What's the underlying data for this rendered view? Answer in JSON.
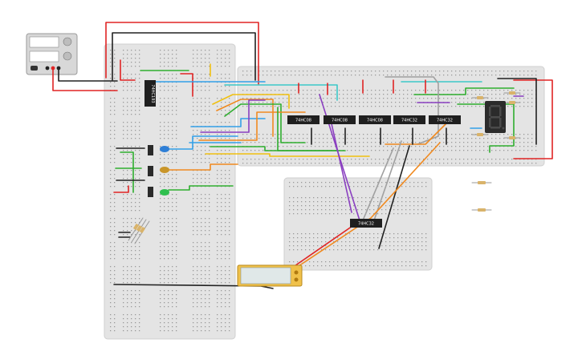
{
  "power_supply": {
    "label": "power-supply"
  },
  "breadboards": [
    {
      "id": "main-vertical"
    },
    {
      "id": "top-horizontal"
    },
    {
      "id": "bottom-small"
    }
  ],
  "chips": [
    {
      "id": "u-vertical",
      "label": "74HC193"
    },
    {
      "id": "u1",
      "label": "74HC08"
    },
    {
      "id": "u2",
      "label": "74HC08"
    },
    {
      "id": "u3",
      "label": "74HC08"
    },
    {
      "id": "u4",
      "label": "74HC32"
    },
    {
      "id": "u5",
      "label": "74HC32"
    },
    {
      "id": "u6",
      "label": "74HC32"
    }
  ],
  "leds": [
    {
      "id": "led-blue",
      "color": "#2f7fd6"
    },
    {
      "id": "led-amber",
      "color": "#c9962a"
    },
    {
      "id": "led-green",
      "color": "#2fbf4f"
    }
  ],
  "seven_segment": {
    "digit": "8."
  },
  "lcd": {
    "text": ""
  },
  "colors": {
    "board": "#e4e4e4",
    "board_hole": "#9a9a9a",
    "chip": "#1f1f1f",
    "wire_red": "#e02424",
    "wire_black": "#222222",
    "wire_green": "#2fae2f",
    "wire_blue": "#33a0e8",
    "wire_yellow": "#f0c010",
    "wire_orange": "#f08a20",
    "wire_purple": "#8a3fc0",
    "wire_gray": "#a0a0a0",
    "wire_teal": "#3cc8c8"
  }
}
